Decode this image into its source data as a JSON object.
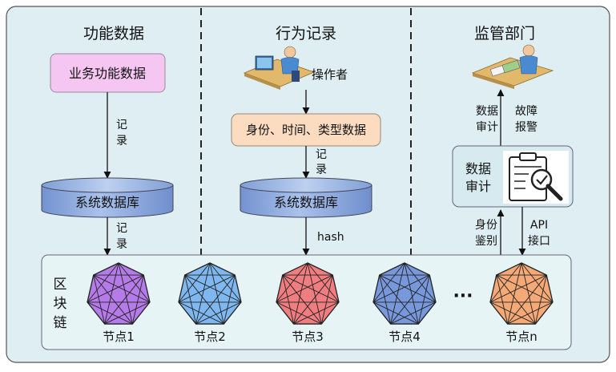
{
  "columns": {
    "col1": {
      "title": "功能数据",
      "source_box": "业务功能数据",
      "arrow_label_1": [
        "记",
        "录"
      ],
      "database": "系统数据库",
      "arrow_label_2": [
        "记",
        "录"
      ]
    },
    "col2": {
      "title": "行为记录",
      "actor": "操作者",
      "data_box": "身份、时间、类型数据",
      "arrow_label_1": [
        "记",
        "录"
      ],
      "database": "系统数据库",
      "arrow_label_2": "hash"
    },
    "col3": {
      "title": "监管部门",
      "up_label_left": [
        "数据",
        "审计"
      ],
      "up_label_right": [
        "故障",
        "报警"
      ],
      "audit_box": [
        "数据",
        "审计"
      ],
      "label_left": [
        "身份",
        "鉴别"
      ],
      "label_right": [
        "API",
        "接口"
      ]
    }
  },
  "blockchain": {
    "label": [
      "区",
      "块",
      "链"
    ],
    "nodes": [
      {
        "label": "节点1",
        "color": "#b57be8"
      },
      {
        "label": "节点2",
        "color": "#7fb8f0"
      },
      {
        "label": "节点3",
        "color": "#f07d80"
      },
      {
        "label": "节点4",
        "color": "#7898dc"
      },
      {
        "label": "节点n",
        "color": "#f4a977"
      }
    ],
    "ellipsis": "···"
  },
  "colors": {
    "panel_bg": "#deeef2",
    "pink_box": "#f5c6f2",
    "peach_box": "#fbdcc1",
    "database": "#8aa8dc",
    "audit_box": "#d6eaf0"
  }
}
